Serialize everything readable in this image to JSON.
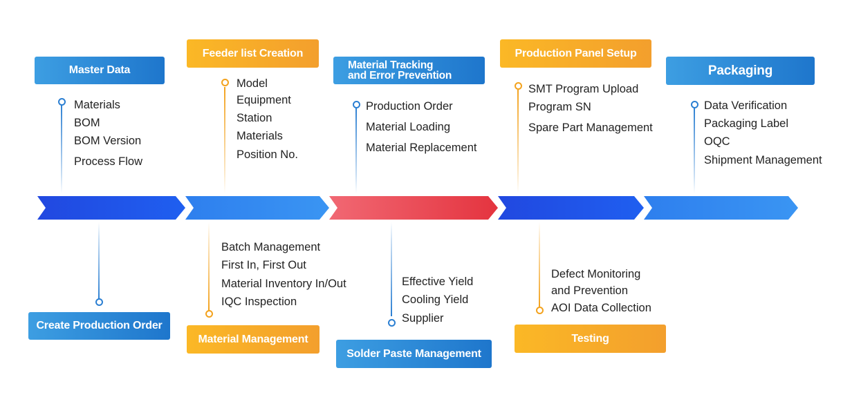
{
  "stages_top": [
    {
      "title": "Master Data",
      "items": [
        "Materials",
        "BOM",
        "BOM Version",
        "Process Flow"
      ]
    },
    {
      "title": "Feeder list Creation",
      "items": [
        "Model",
        "Equipment",
        "Station",
        "Materials",
        "Position No."
      ]
    },
    {
      "title_line1": "Material Tracking",
      "title_line2": "and Error Prevention",
      "items": [
        "Production Order",
        "Material Loading",
        "Material Replacement"
      ]
    },
    {
      "title": "Production Panel Setup",
      "items": [
        "SMT Program Upload",
        "Program SN",
        "Spare Part Management"
      ]
    },
    {
      "title": "Packaging",
      "items": [
        "Data Verification",
        "Packaging Label",
        "OQC",
        "Shipment Management"
      ]
    }
  ],
  "stages_bottom": [
    {
      "title": "Create Production Order",
      "items": []
    },
    {
      "title": "Material Management",
      "items": [
        "Batch Management",
        "First In, First Out",
        "Material Inventory In/Out",
        "IQC Inspection"
      ]
    },
    {
      "title": "Solder Paste Management",
      "items": [
        "Effective Yield",
        "Cooling Yield",
        "Supplier"
      ]
    },
    {
      "title": "Testing",
      "items": [
        "Defect Monitoring",
        "and Prevention",
        "AOI Data Collection"
      ]
    }
  ],
  "colors": {
    "blue_box": "#2a86d6",
    "orange_box": "#f5a623",
    "chevron_dark_blue": "#1f55e6",
    "chevron_light_blue": "#2f86f0",
    "chevron_red": "#e8404e",
    "connector_blue": "#2b7fd2",
    "connector_orange": "#f3a21d"
  }
}
